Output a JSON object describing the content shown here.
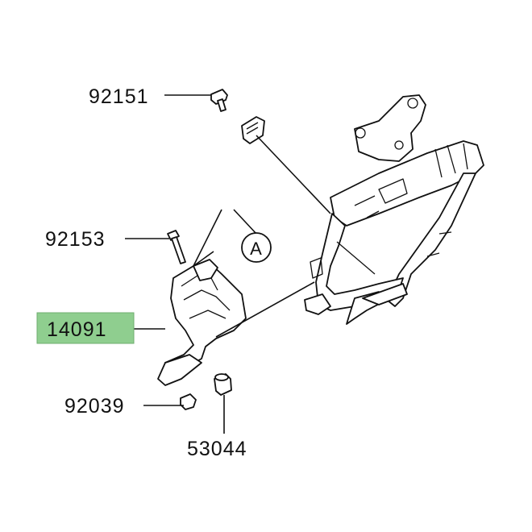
{
  "parts": {
    "p92151": "92151",
    "p92153": "92153",
    "p14091": "14091",
    "p92039": "92039",
    "p53044": "53044"
  },
  "callout": {
    "letter": "A"
  },
  "colors": {
    "highlight": "#8fce8f",
    "ink": "#111111",
    "background": "#ffffff"
  }
}
